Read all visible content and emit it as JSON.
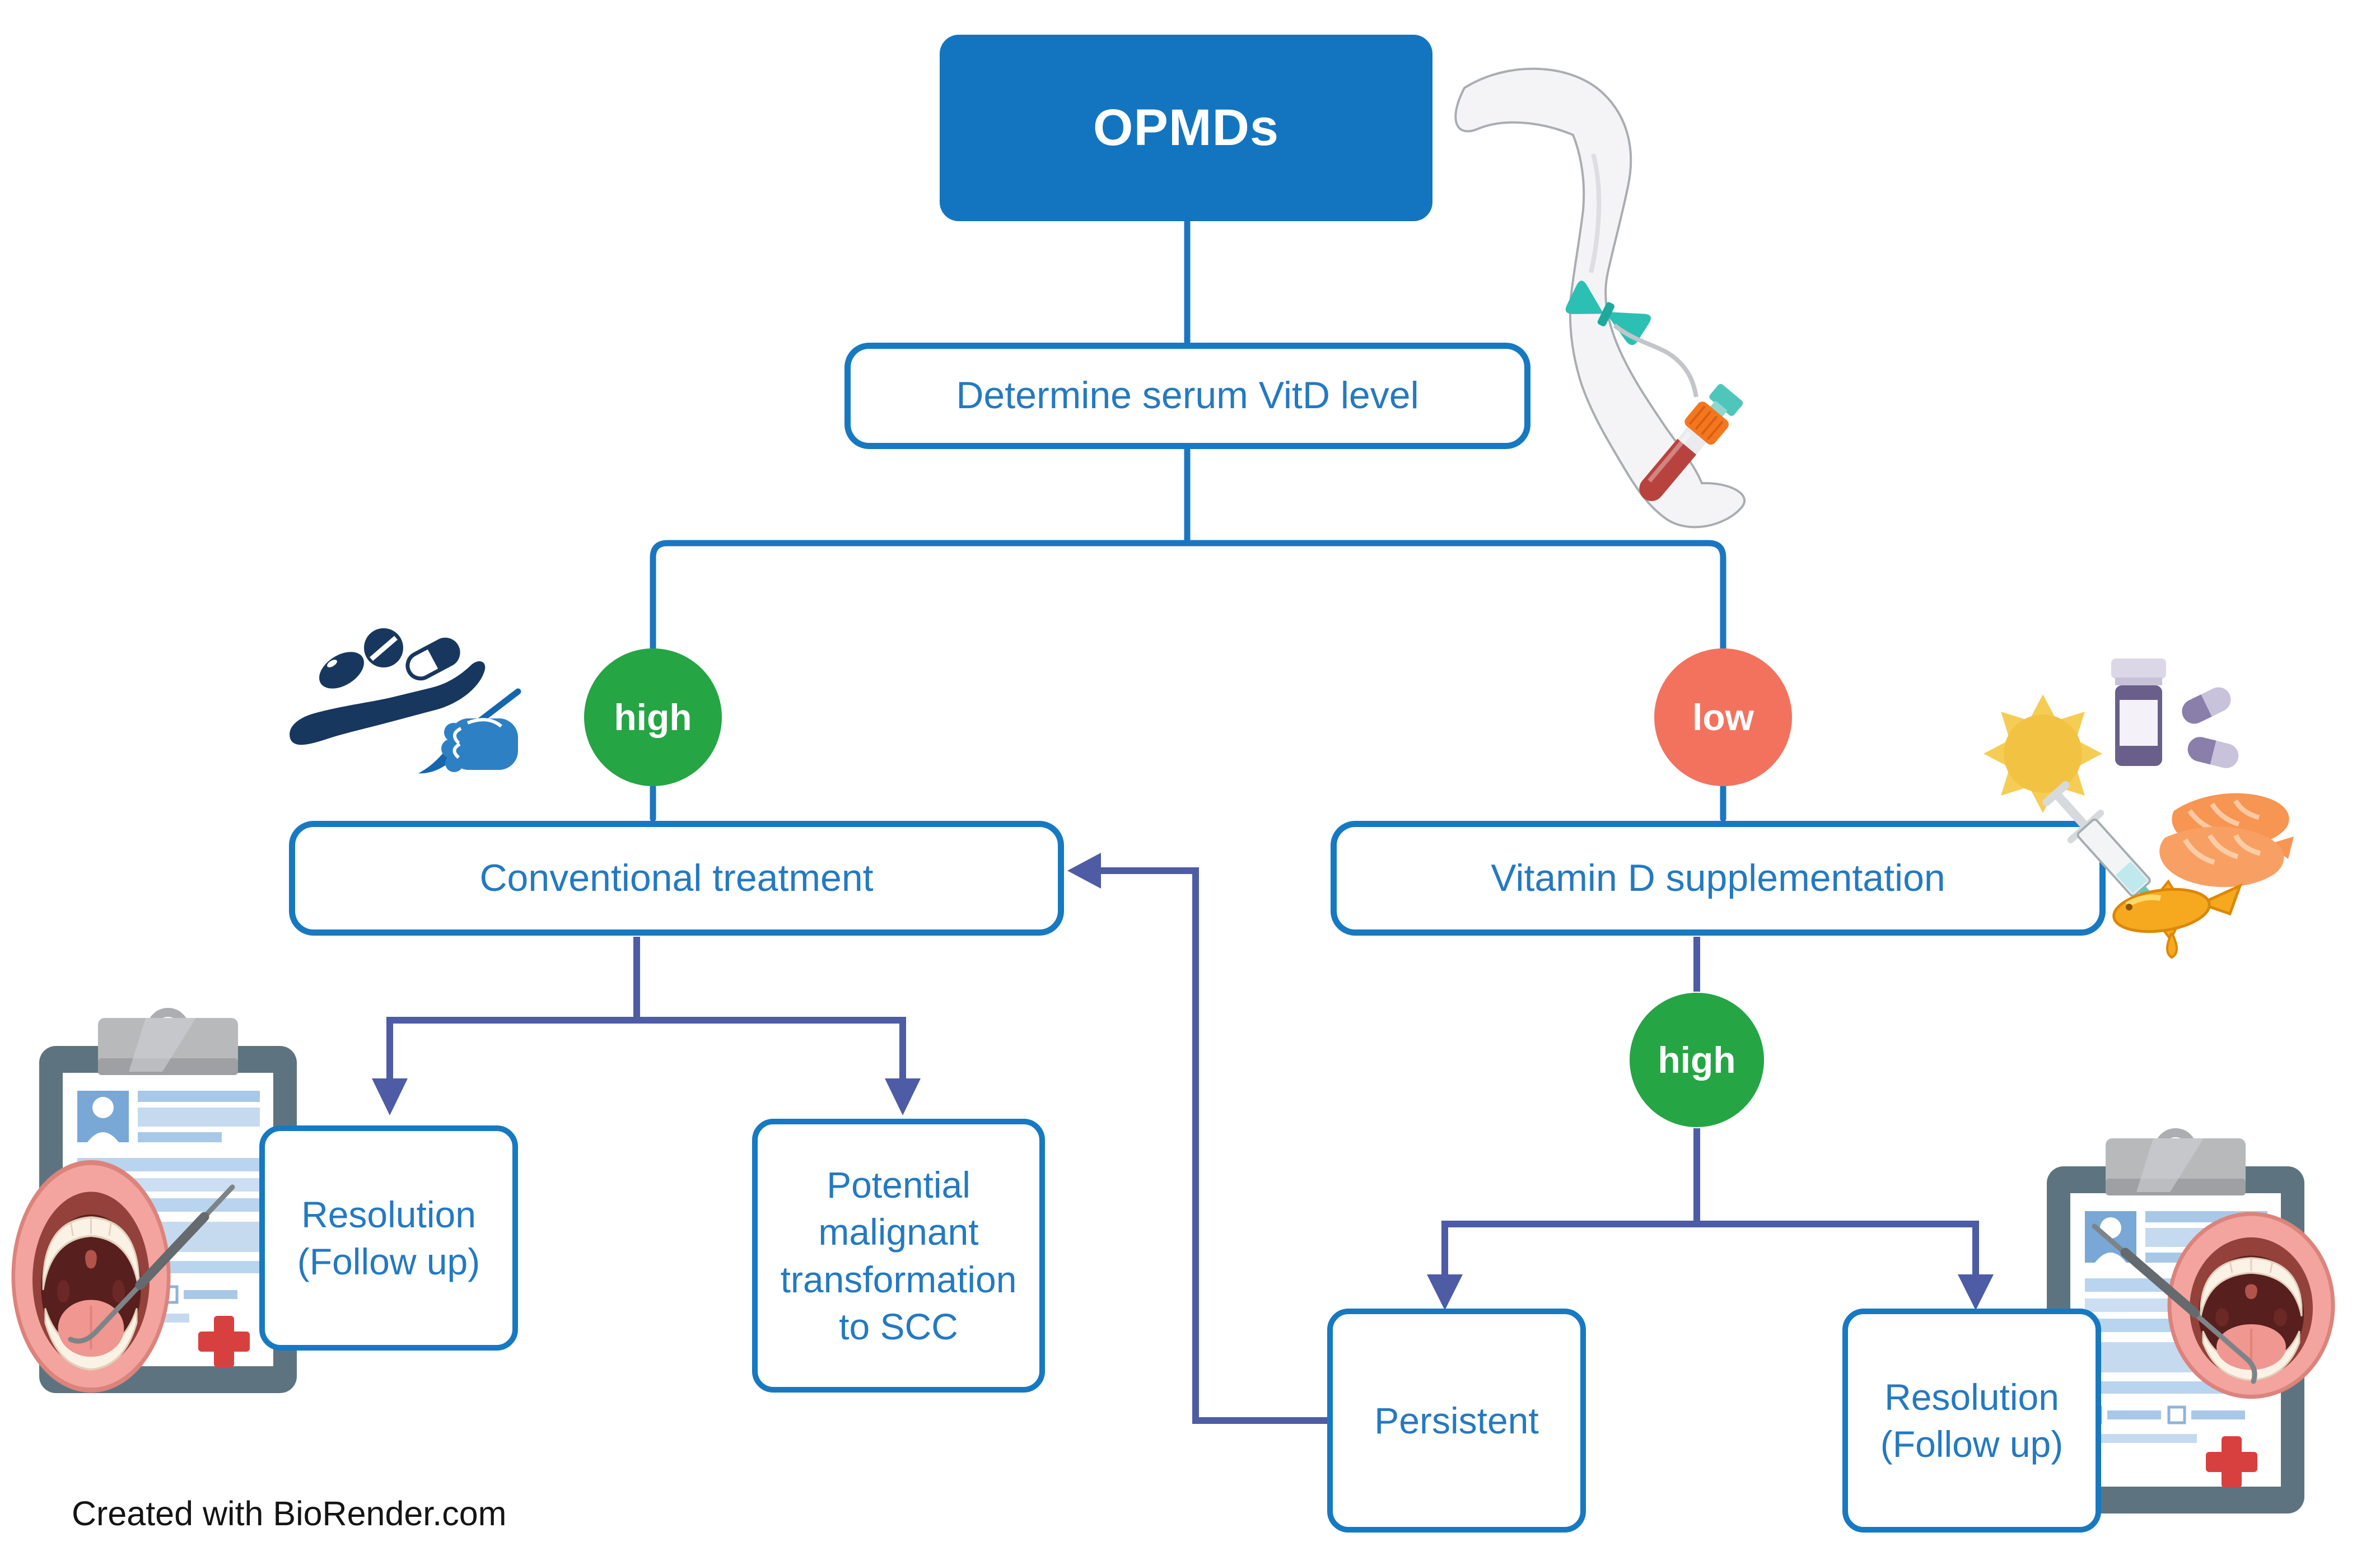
{
  "caption": {
    "text": "Created with BioRender.com"
  },
  "nodes": {
    "opmds": {
      "label": "OPMDs"
    },
    "determine": {
      "label": "Determine serum VitD level"
    },
    "conventional": {
      "label": "Conventional treatment"
    },
    "vitd": {
      "label": "Vitamin D supplementation"
    },
    "resolution_left": {
      "lines": [
        "Resolution",
        "(Follow up)"
      ]
    },
    "potential": {
      "lines": [
        "Potential",
        "malignant",
        "transformation",
        "to SCC"
      ]
    },
    "persistent": {
      "label": "Persistent"
    },
    "resolution_right": {
      "lines": [
        "Resolution",
        "(Follow up)"
      ]
    }
  },
  "decisions": {
    "high_left": {
      "label": "high"
    },
    "low": {
      "label": "low"
    },
    "high_right": {
      "label": "high"
    }
  },
  "edges": [
    {
      "from": "OPMDs",
      "to": "Determine serum VitD level"
    },
    {
      "from": "Determine serum VitD level",
      "to": "high"
    },
    {
      "from": "Determine serum VitD level",
      "to": "low"
    },
    {
      "from": "high",
      "to": "Conventional treatment"
    },
    {
      "from": "low",
      "to": "Vitamin D supplementation"
    },
    {
      "from": "Conventional treatment",
      "to": "Resolution (Follow up)"
    },
    {
      "from": "Conventional treatment",
      "to": "Potential malignant transformation to SCC"
    },
    {
      "from": "Vitamin D supplementation",
      "to": "high"
    },
    {
      "from": "high",
      "to": "Persistent"
    },
    {
      "from": "high",
      "to": "Resolution (Follow up)"
    },
    {
      "from": "Persistent",
      "to": "Conventional treatment"
    }
  ],
  "colors": {
    "node_fill_blue": "#1375BF",
    "node_border_blue": "#1679C2",
    "node_text_blue": "#2479C2",
    "connector_blue": "#1B76C1",
    "connector_indigo": "#4D5CA4",
    "decision_green": "#25A544",
    "decision_coral": "#F3725E"
  },
  "icons": [
    "hand-giving-pills-icon",
    "scalpel-hand-icon",
    "blood-draw-arm-icon",
    "sun-icon",
    "pill-bottle-icon",
    "capsules-icon",
    "syringe-icon",
    "salmon-icon",
    "fish-oil-icon",
    "clipboard-dental-exam-icon-left",
    "clipboard-dental-exam-icon-right"
  ]
}
